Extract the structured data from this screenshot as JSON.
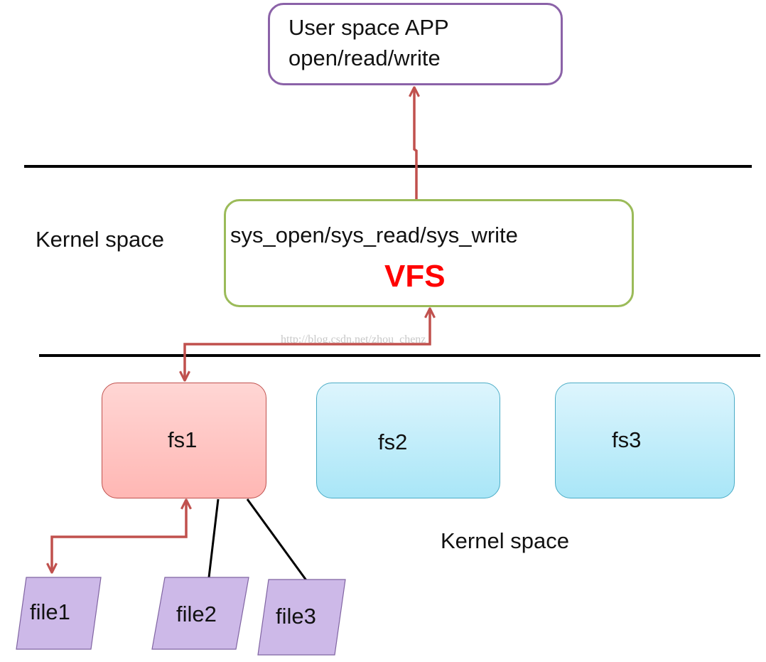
{
  "user_app": {
    "line1": "User space APP",
    "line2": "open/read/write"
  },
  "kernel_label_left": "Kernel space",
  "vfs": {
    "calls": "sys_open/sys_read/sys_write",
    "title": "VFS"
  },
  "watermark": "http://blog.csdn.net/zhou_chenz",
  "filesystems": [
    "fs1",
    "fs2",
    "fs3"
  ],
  "kernel_label_bottom": "Kernel space",
  "files": [
    "file1",
    "file2",
    "file3"
  ],
  "colors": {
    "user_border": "#8B62A8",
    "vfs_border": "#9BBB59",
    "vfs_title": "#FF0000",
    "fs1_fill": "#FFB7B4",
    "fs_other_fill": "#A9E6F7",
    "file_fill": "#CDB9E8",
    "arrow": "#C0504D",
    "divider": "#000000"
  }
}
